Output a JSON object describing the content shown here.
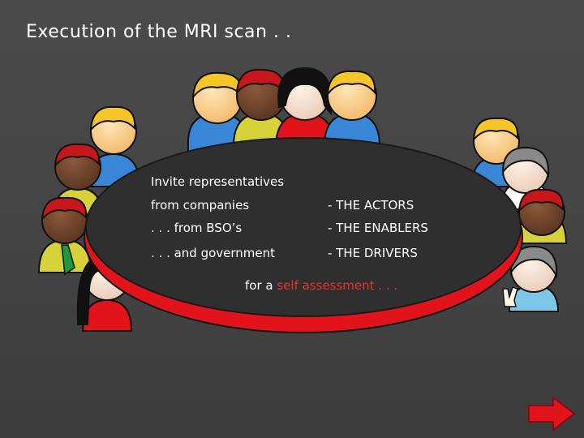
{
  "slide": {
    "title": "Execution of the MRI scan . ."
  },
  "content": {
    "intro": "Invite representatives",
    "rows": [
      {
        "left": "from companies",
        "right": "- THE ACTORS"
      },
      {
        "left": ". . . from BSO’s",
        "right": "- THE ENABLERS"
      },
      {
        "left": ". . . and government",
        "right": "- THE DRIVERS"
      }
    ],
    "footer_prefix": "for a ",
    "footer_accent": "self assessment . . ."
  },
  "colors": {
    "table_top": "#2f2f2f",
    "table_rim": "#e3131b",
    "accent_text": "#e8322f",
    "arrow": "#e3131b"
  },
  "icons": {
    "people": "people-around-table-icon",
    "next": "next-arrow-icon"
  }
}
